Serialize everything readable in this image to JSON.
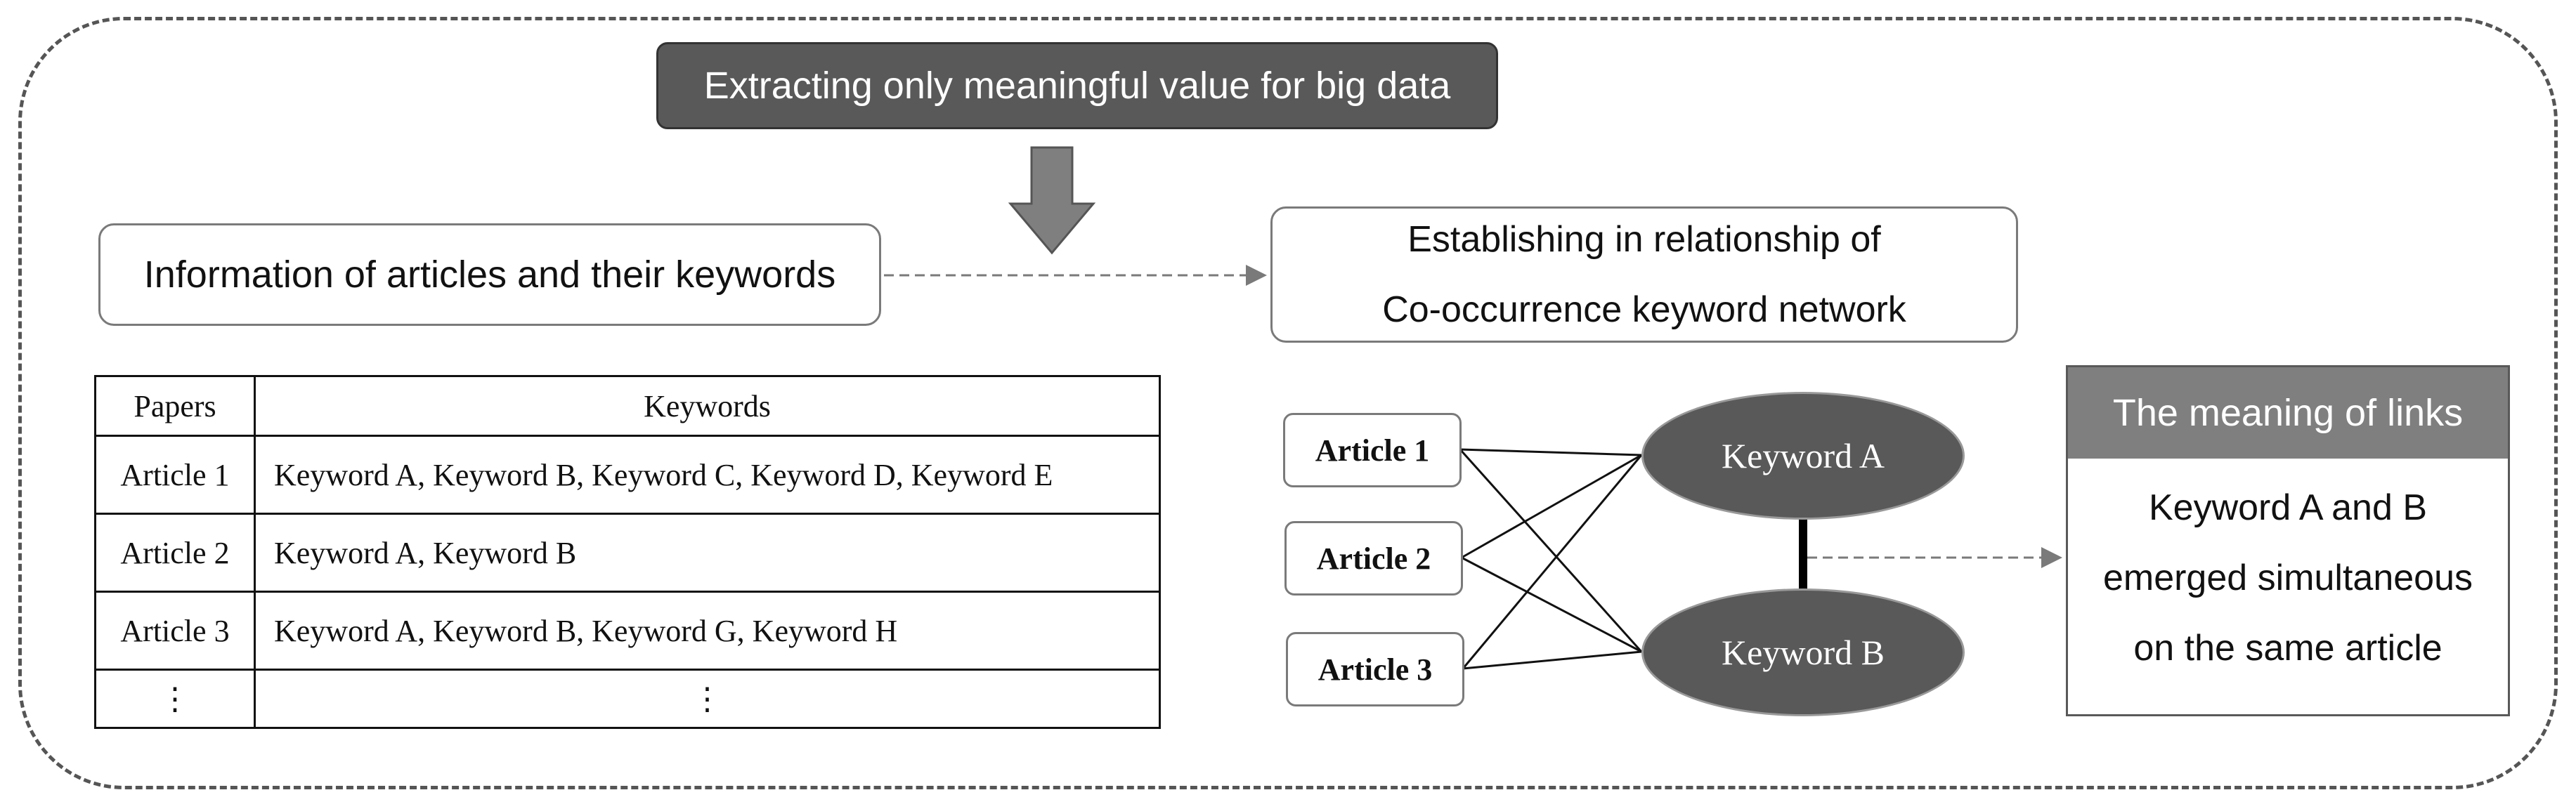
{
  "banner": {
    "text": "Extracting only meaningful value for big data"
  },
  "info": {
    "text": "Information of articles and their keywords"
  },
  "relationship": {
    "lines": [
      "Establishing in relationship of",
      "Co-occurrence keyword network"
    ]
  },
  "table": {
    "headers": [
      "Papers",
      "Keywords"
    ],
    "rows": [
      {
        "paper": "Article 1",
        "keywords": "Keyword A, Keyword B, Keyword C, Keyword D, Keyword E"
      },
      {
        "paper": "Article 2",
        "keywords": "Keyword A, Keyword B"
      },
      {
        "paper": "Article 3",
        "keywords": "Keyword A, Keyword B, Keyword G, Keyword H"
      },
      {
        "paper": "⋮",
        "keywords": "⋮"
      }
    ]
  },
  "network": {
    "articles": [
      "Article 1",
      "Article 2",
      "Article 3"
    ],
    "keywords": [
      "Keyword A",
      "Keyword B"
    ]
  },
  "meaning": {
    "title": "The meaning of links",
    "lines": [
      "Keyword A and B",
      "emerged simultaneous",
      "on the same article"
    ]
  }
}
